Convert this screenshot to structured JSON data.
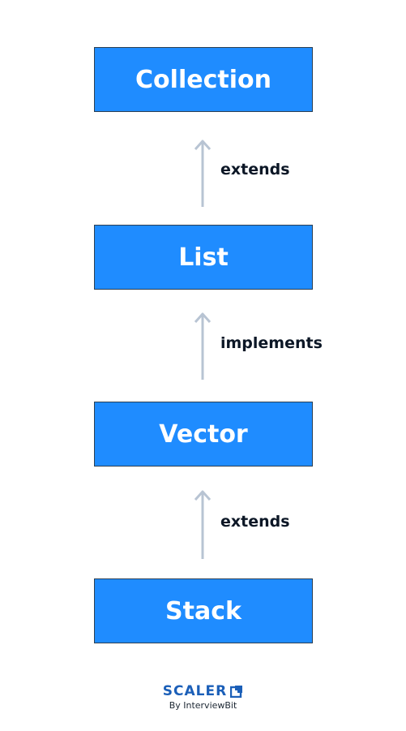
{
  "diagram": {
    "nodes": {
      "collection": "Collection",
      "list": "List",
      "vector": "Vector",
      "stack": "Stack"
    },
    "edges": {
      "list_to_collection": "extends",
      "vector_to_list": "implements",
      "stack_to_vector": "extends"
    }
  },
  "logo": {
    "brand": "SCALER",
    "byline": "By InterviewBit"
  },
  "colors": {
    "node_fill": "#1f8cff",
    "node_border": "#2b3f52",
    "arrow": "#b8c4d3",
    "brand": "#1b5fb8"
  }
}
